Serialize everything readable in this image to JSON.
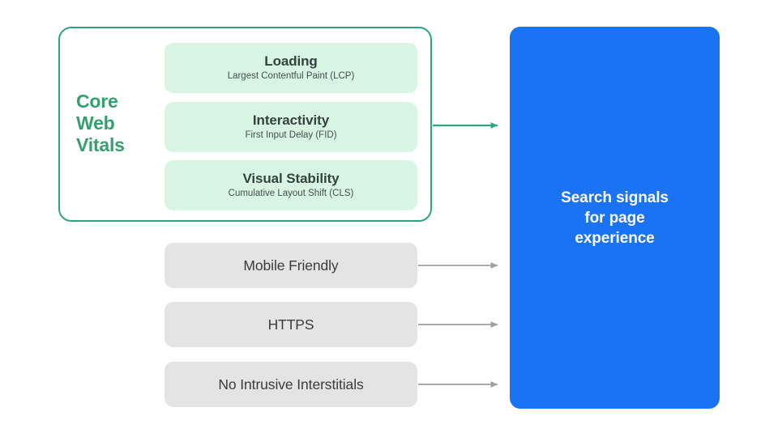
{
  "diagram": {
    "title": "Search signals for page experience",
    "colors": {
      "green_border": "#2ea579",
      "green_label": "#34a06f",
      "mint_fill": "#d8f5e4",
      "gray_fill": "#e4e4e5",
      "blue_fill": "#1a73f2",
      "gray_arrow": "#9e9e9e",
      "green_arrow": "#2ea579",
      "dark_text": "#33413f",
      "white_text": "#ffffff"
    }
  },
  "core_web_vitals": {
    "label": "Core\nWeb\nVitals",
    "metrics": [
      {
        "title": "Loading",
        "subtitle": "Largest Contentful Paint (LCP)"
      },
      {
        "title": "Interactivity",
        "subtitle": "First Input Delay (FID)"
      },
      {
        "title": "Visual Stability",
        "subtitle": "Cumulative Layout Shift (CLS)"
      }
    ]
  },
  "other_signals": [
    {
      "label": "Mobile Friendly"
    },
    {
      "label": "HTTPS"
    },
    {
      "label": "No Intrusive Interstitials"
    }
  ],
  "destination": {
    "text": "Search signals\nfor page\nexperience"
  }
}
